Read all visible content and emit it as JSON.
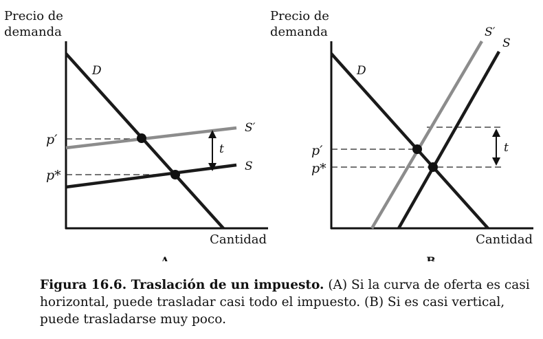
{
  "panels": [
    {
      "id": "A",
      "y_axis_label_line1": "Precio de",
      "y_axis_label_line2": "demanda",
      "x_axis_label": "Cantidad",
      "panel_label": "A",
      "demand_label": "D",
      "supply_label": "S",
      "shifted_supply_label": "S′",
      "price_after_label": "p′",
      "price_before_label": "p*",
      "tax_label": "t"
    },
    {
      "id": "B",
      "y_axis_label_line1": "Precio de",
      "y_axis_label_line2": "demanda",
      "x_axis_label": "Cantidad",
      "panel_label": "B",
      "demand_label": "D",
      "supply_label": "S",
      "shifted_supply_label": "S′",
      "price_after_label": "p′",
      "price_before_label": "p*",
      "tax_label": "t"
    }
  ],
  "caption": {
    "title": "Figura 16.6. Traslación de un impuesto.",
    "text": " (A) Si la curva de oferta es casi horizontal, puede trasladar casi todo el impuesto. (B) Si es casi vertical, puede trasladarse muy poco."
  },
  "colors": {
    "curve": "#1a1a1a",
    "shifted_supply": "#8c8c8c",
    "axis": "#111111"
  }
}
